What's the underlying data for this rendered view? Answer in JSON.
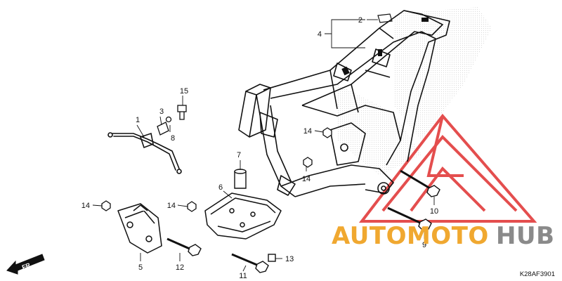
{
  "diagram": {
    "drawing_code": "K28AF3901",
    "direction_label": "FR.",
    "watermark": {
      "word_a": "AUTOMOTO",
      "word_b": "HUB",
      "color_a": "#f0a830",
      "color_b": "#8a8a8a",
      "logo_color": "#e23b3b"
    },
    "callouts": [
      {
        "id": "2",
        "label": "2"
      },
      {
        "id": "4",
        "label": "4"
      },
      {
        "id": "15",
        "label": "15"
      },
      {
        "id": "1",
        "label": "1"
      },
      {
        "id": "3",
        "label": "3"
      },
      {
        "id": "8",
        "label": "8"
      },
      {
        "id": "14a",
        "label": "14"
      },
      {
        "id": "14b",
        "label": "14"
      },
      {
        "id": "7",
        "label": "7"
      },
      {
        "id": "6",
        "label": "6"
      },
      {
        "id": "14c",
        "label": "14"
      },
      {
        "id": "14d",
        "label": "14"
      },
      {
        "id": "10",
        "label": "10"
      },
      {
        "id": "9",
        "label": "9"
      },
      {
        "id": "5",
        "label": "5"
      },
      {
        "id": "12",
        "label": "12"
      },
      {
        "id": "13",
        "label": "13"
      },
      {
        "id": "11",
        "label": "11"
      }
    ]
  }
}
